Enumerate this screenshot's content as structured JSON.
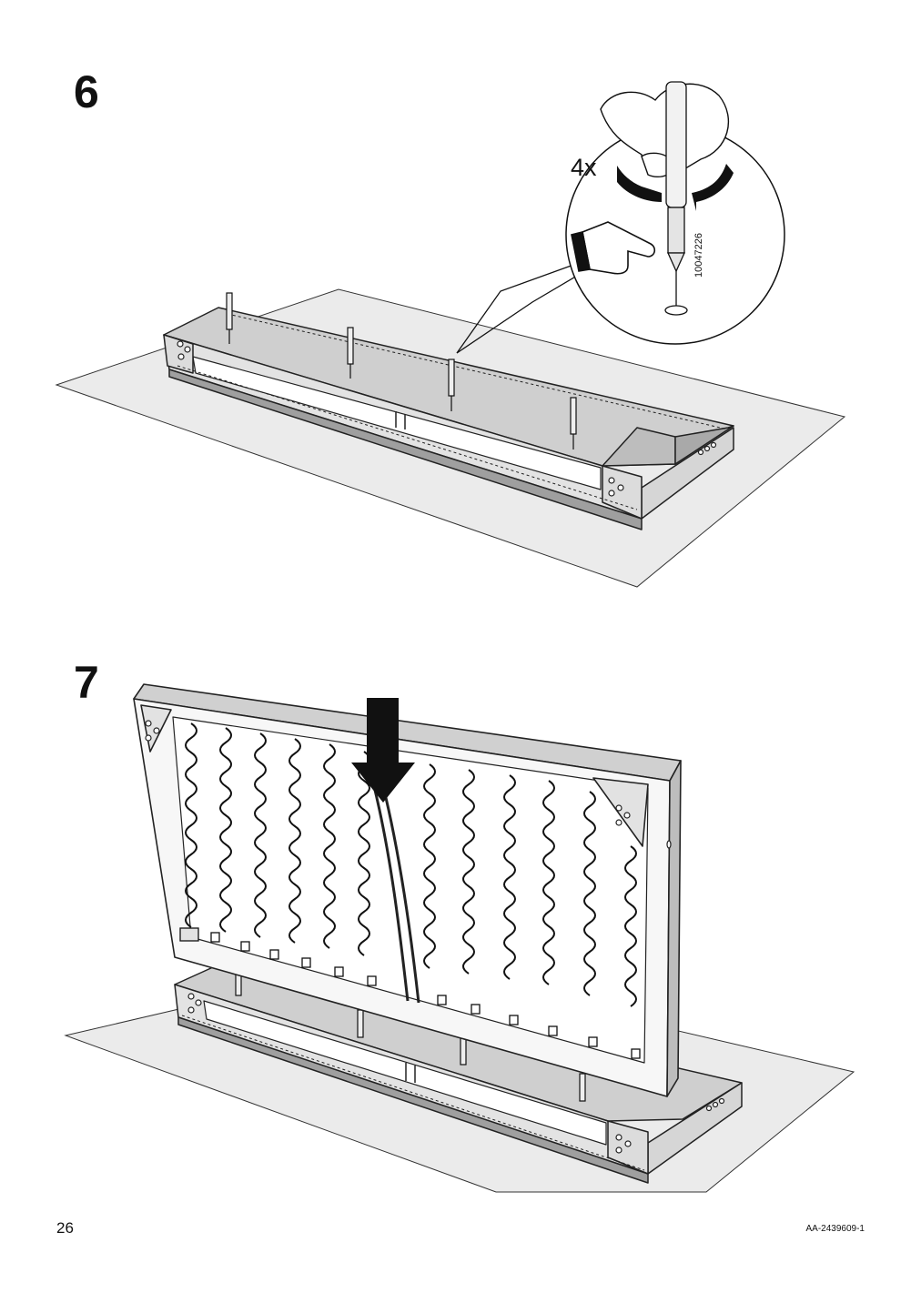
{
  "steps": [
    {
      "number": "6",
      "quantity": "4x",
      "part_number": "10047226"
    },
    {
      "number": "7"
    }
  ],
  "footer": {
    "page_number": "26",
    "doc_code": "AA-2439609-1"
  }
}
